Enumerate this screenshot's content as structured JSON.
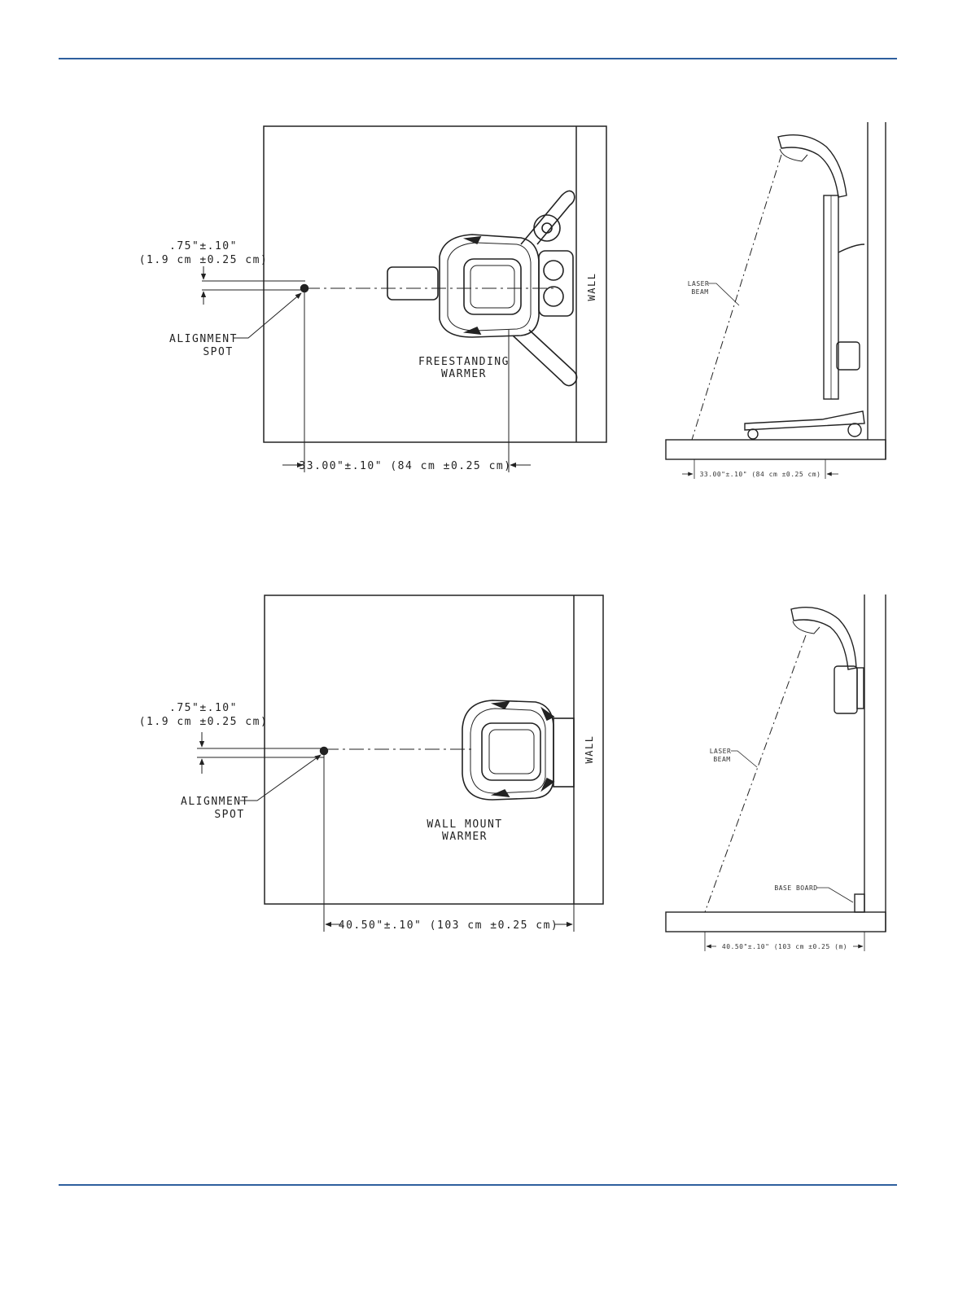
{
  "page": {
    "rule_color": "#2e5f9e"
  },
  "top": {
    "offset_line1": ".75\"±.10\"",
    "offset_line2": "(1.9 cm ±0.25 cm)",
    "alignment_line1": "ALIGNMENT",
    "alignment_line2": "SPOT",
    "warmer_line1": "FREESTANDING",
    "warmer_line2": "WARMER",
    "wall": "WALL",
    "distance": "33.00\"±.10\" (84 cm ±0.25 cm)",
    "side_laser_line1": "LASER",
    "side_laser_line2": "BEAM",
    "side_distance": "33.00\"±.10\" (84 cm ±0.25 cm)"
  },
  "bottom": {
    "offset_line1": ".75\"±.10\"",
    "offset_line2": "(1.9 cm ±0.25 cm)",
    "alignment_line1": "ALIGNMENT",
    "alignment_line2": "SPOT",
    "warmer_line1": "WALL MOUNT",
    "warmer_line2": "WARMER",
    "wall": "WALL",
    "distance": "40.50\"±.10\" (103 cm ±0.25 cm)",
    "side_laser_line1": "LASER",
    "side_laser_line2": "BEAM",
    "base_board": "BASE BOARD",
    "side_distance": "40.50\"±.10\" (103 cm ±0.25 (m)"
  }
}
